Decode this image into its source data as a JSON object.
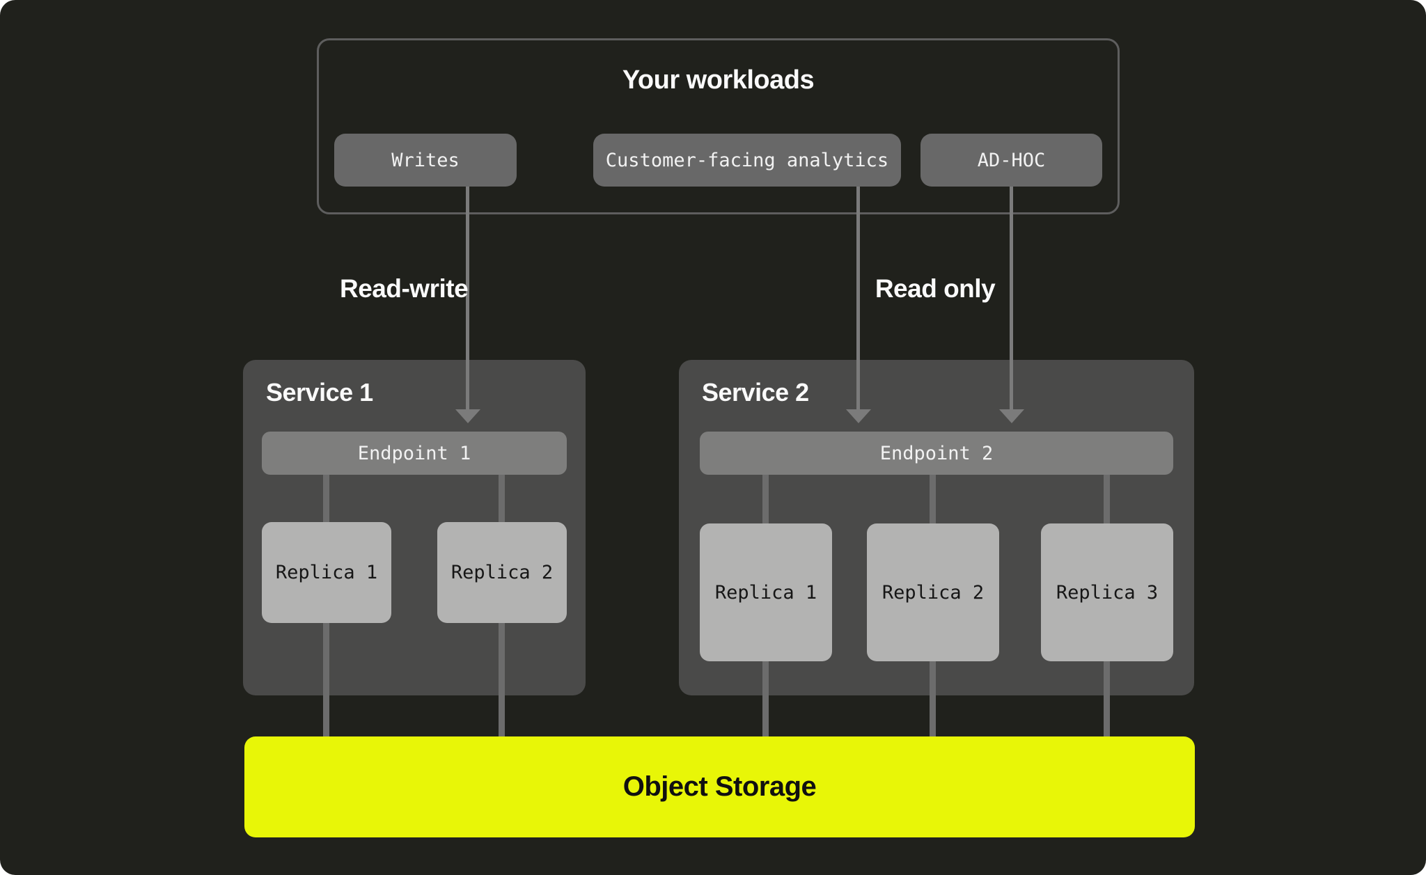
{
  "workloads": {
    "title": "Your workloads",
    "buttons": [
      {
        "label": "Writes"
      },
      {
        "label": "Customer-facing analytics"
      },
      {
        "label": "AD-HOC"
      }
    ]
  },
  "edge_labels": {
    "left": "Read-write",
    "right": "Read only"
  },
  "services": [
    {
      "title": "Service 1",
      "endpoint_label": "Endpoint 1",
      "replicas": [
        "Replica 1",
        "Replica 2"
      ]
    },
    {
      "title": "Service 2",
      "endpoint_label": "Endpoint 2",
      "replicas": [
        "Replica 1",
        "Replica 2",
        "Replica 3"
      ]
    }
  ],
  "storage": {
    "label": "Object Storage"
  },
  "colors": {
    "canvas_background": "#20211c",
    "frame_border": "#5e5e5e",
    "workload_button": "#686868",
    "service_box": "#4a4a49",
    "endpoint_bar": "#7e7e7d",
    "replica_box": "#b3b3b2",
    "connector_line": "#6c6c6c",
    "arrow": "#7b7b7b",
    "object_storage": "#e8f607"
  }
}
